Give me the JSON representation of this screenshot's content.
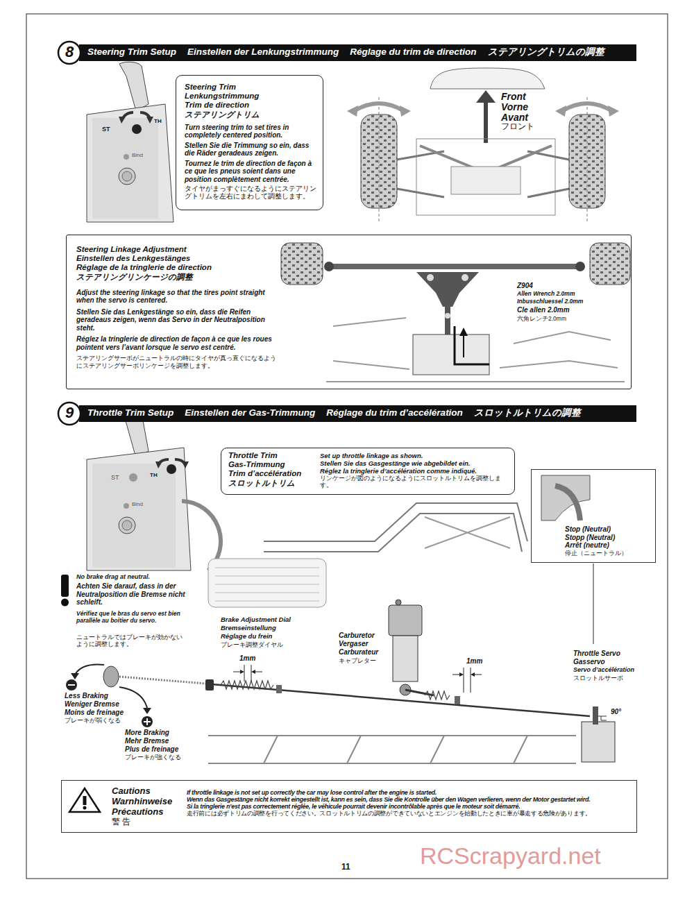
{
  "diagram": {
    "nodes": [
      {
        "text": [
          "8",
          "Steering Trim Setup",
          "Einstellen der Lenkungstrimmung",
          "Réglage du trim de direction",
          "ステアリングトリムの調整"
        ]
      },
      {
        "text": [
          "Steering Trim",
          "Lenkungstrimmung",
          "Trim de direction",
          "ステアリングトリム",
          "Turn steering trim to set tires in completely centered position.",
          "Stellen Sie die Trimmung so ein, dass die Räder geradeaus zeigen.",
          "Tournez le trim de direction de façon à ce que les pneus soient dans une position complètement centrée.",
          "タイヤがまっすぐになるようにステアリングトリムを左右にまわして調整します。"
        ]
      },
      {
        "text": [
          "Steering Linkage Adjustment",
          "Einstellen des Lenkgestänges",
          "Réglage de la tringlerie de direction",
          "ステアリングリンケージの調整",
          "Adjust the steering linkage so that the tires point straight when the servo is centered.",
          "Stellen Sie das Lenkgestänge so ein, dass die Reifen geradeaus zeigen, wenn das Servo in der Neutralposition steht.",
          "Réglez la tringlerie de direction de façon à ce que les roues pointent vers l’avant lorsque le servo est centré.",
          "ステアリングサーボがニュートラルの時にタイヤが真っ直ぐになるようにステアリングサーボリンケージを調整します。"
        ]
      },
      {
        "text": [
          "9",
          "Throttle Trim Setup",
          "Einstellen der Gas-Trimmung",
          "Réglage du trim d’accélération",
          "スロットルトリムの調整"
        ]
      },
      {
        "text": [
          "Throttle Trim",
          "Gas-Trimmung",
          "Trim d’accélération",
          "スロットルトリム",
          "Set up throttle linkage as shown.",
          "Stellen Sie das Gasgestänge wie abgebildet ein.",
          "Réglez la tringlerie d’accélération comme indiqué.",
          "リンケージが図のようになるようにスロットルトリムを調整します。"
        ]
      },
      {
        "text": [
          "Stop (Neutral)",
          "Stopp (Neutral)",
          "Arrêt (neutre)",
          "停止（ニュートラル）"
        ]
      },
      {
        "text": [
          "Cautions",
          "Warnhinweise",
          "Précautions",
          "警 告",
          "If throttle linkage is not set up correctly the car may lose control after the engine is started.",
          "Wenn das Gasgestänge nicht korrekt eingestellt ist, kann es sein, dass Sie die Kontrolle über den Wagen verlieren, wenn der Motor gestartet wird.",
          "Si la tringlerie n’est pas correctement réglée, le véhicule pourrait devenir incontrôlable après que le moteur soit démarré.",
          "走行前には必ずトリムの調整を行ってください。スロットルトリムの調整ができていないとエンジンを始動したときに車が暴走する危険があります。"
        ]
      }
    ],
    "labels": [
      "Front",
      "Vorne",
      "Avant",
      "フロント",
      "ST",
      "TH",
      "Bind",
      "Z904",
      "Allen Wrench 2.0mm",
      "Inbusschluessel 2.0mm",
      "Cle allen 2.0mm",
      "六角レンチ2.0mm",
      "ST",
      "TH",
      "Bind",
      "No brake drag at neutral.",
      "Achten Sie darauf, dass in der Neutralposition die Bremse nicht schleift.",
      "Vérifiez que le bras du servo est bien parallèle au boitier du servo.",
      "ニュートラルではブレーキが効かないように調整します。",
      "Brake Adjustment Dial",
      "Bremseinstellung",
      "Réglage du frein",
      "ブレーキ調整ダイヤル",
      "Carburetor",
      "Vergaser",
      "Carburateur",
      "キャブレター",
      "1mm",
      "1mm",
      "Less Braking",
      "Weniger Bremse",
      "Moins de freinage",
      "ブレーキが弱くなる",
      "More Braking",
      "Mehr Bremse",
      "Plus de freinage",
      "ブレーキが強くなる",
      "Throttle Servo",
      "Gasservo",
      "Servo d’accélération",
      "スロットルサーボ",
      "90°",
      "11",
      "RCScrapyard.net"
    ]
  }
}
